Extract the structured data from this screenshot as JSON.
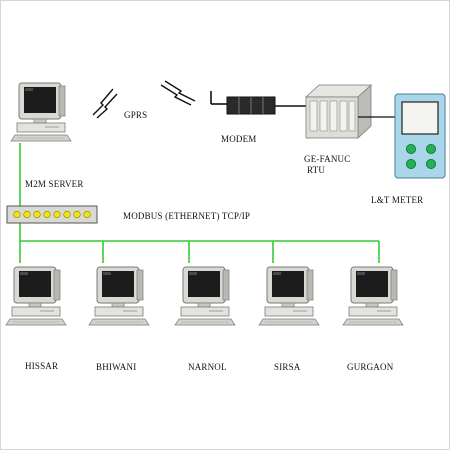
{
  "labels": {
    "gprs": "GPRS",
    "modem": "MODEM",
    "rtu_line1": "GE-FANUC",
    "rtu_line2": "RTU",
    "meter": "L&T METER",
    "server": "M2M SERVER",
    "network": "MODBUS (ETHERNET) TCP/IP"
  },
  "clients": [
    "HISSAR",
    "BHIWANI",
    "NARNOL",
    "SIRSA",
    "GURGAON"
  ],
  "colors": {
    "network_line": "#33cc33",
    "switch_leds": "#f2e21b",
    "meter_body": "#a9d6e8",
    "meter_buttons": "#20b255",
    "monitor_screen": "#1c1c1c",
    "monitor_case": "#d9d9d4"
  }
}
